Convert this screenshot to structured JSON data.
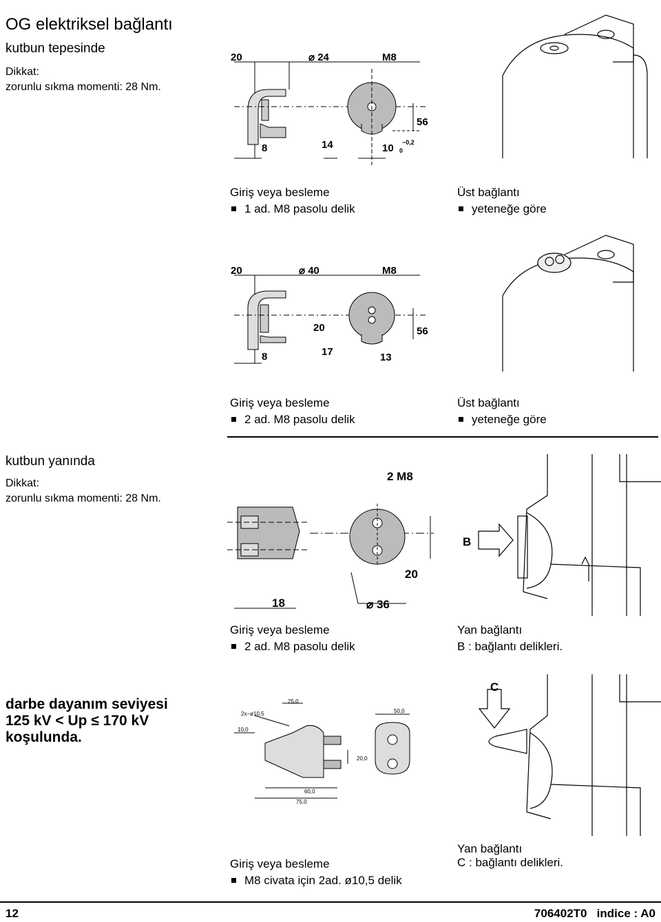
{
  "header": {
    "title": "OG elektriksel bağlantı"
  },
  "s1": {
    "heading": "kutbun tepesinde",
    "note1": "Dikkat:",
    "note2": "zorunlu sıkma momenti: 28 Nm.",
    "dims": [
      "20",
      "24",
      "M8",
      "56",
      "8",
      "14",
      "10",
      "−0,2",
      "0"
    ],
    "cap_left_1": "Giriş veya besleme",
    "cap_left_2": "1 ad. M8 pasolu delik",
    "cap_right_1": "Üst bağlantı",
    "cap_right_2": "yeteneğe göre"
  },
  "s2": {
    "dims": [
      "20",
      "40",
      "M8",
      "20",
      "56",
      "8",
      "17",
      "13"
    ],
    "cap_left_1": "Giriş veya besleme",
    "cap_left_2": "2 ad. M8 pasolu delik",
    "cap_right_1": "Üst bağlantı",
    "cap_right_2": "yeteneğe göre"
  },
  "s3": {
    "heading": "kutbun yanında",
    "note1": "Dikkat:",
    "note2": "zorunlu sıkma momenti: 28 Nm.",
    "dims": [
      "2 M8",
      "20",
      "18",
      "36",
      "B"
    ],
    "cap_left_1": "Giriş veya besleme",
    "cap_left_2": "2 ad. M8 pasolu delik",
    "cap_right_1": "Yan bağlantı",
    "cap_right_2": "B   : bağlantı delikleri."
  },
  "s4": {
    "heading1": "darbe dayanım seviyesi",
    "heading2": "125 kV  < Up  ≤  170 kV",
    "heading3": "koşulunda.",
    "dims": [
      "C",
      "25,0",
      "2x−ø10,5",
      "50,0",
      "10,0",
      "20,0",
      "60,0",
      "75,0"
    ],
    "cap_left_1": "Giriş veya besleme",
    "cap_left_2": "M8 civata için 2ad. ø10,5 delik",
    "cap_right_1": "Yan bağlantı",
    "cap_right_2": "C   : bağlantı delikleri."
  },
  "footer": {
    "page": "12",
    "code": "706402T0   indice : A0"
  }
}
